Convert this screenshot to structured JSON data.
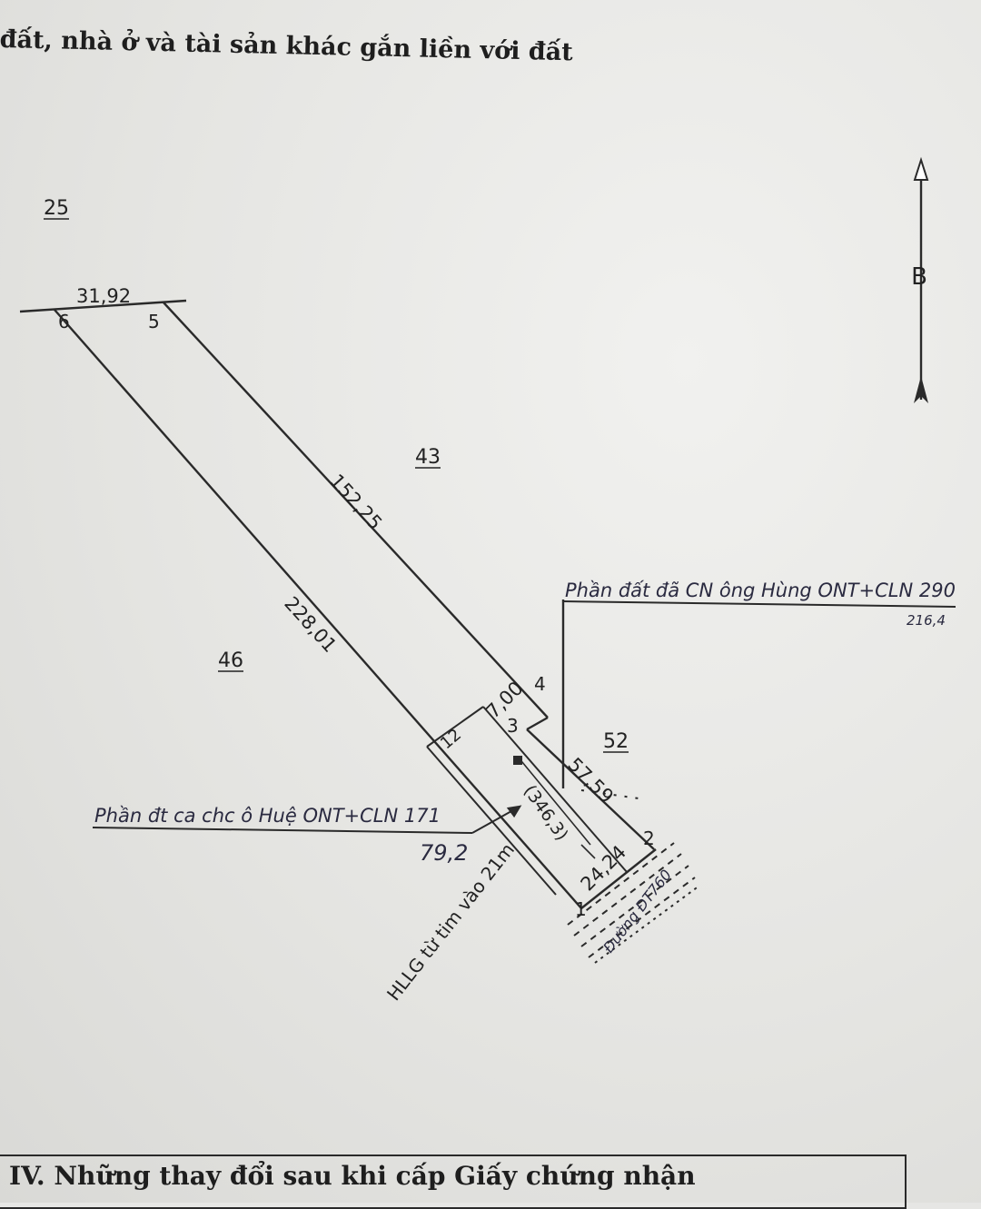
{
  "header": {
    "text": "đất, nhà ở và tài sản khác gắn liền với đất"
  },
  "footer": {
    "title": "IV. Những thay đổi sau khi cấp Giấy chứng nhận"
  },
  "north_arrow": {
    "label": "B",
    "icon": "north-arrow-icon"
  },
  "parcels": {
    "p25": "25",
    "p43": "43",
    "p46": "46",
    "p52": "52",
    "main": "12"
  },
  "vertices": {
    "v1": "1",
    "v2": "2",
    "v3": "3",
    "v4": "4",
    "v5": "5",
    "v6": "6"
  },
  "dimensions": {
    "top": "31,92",
    "right_long": "152,25",
    "left_long": "228,01",
    "step": "7,00",
    "right_short": "57,59",
    "front": "24,24",
    "inner": "(346,3)"
  },
  "annotations": {
    "right_note": "Phần đất đã CN ông Hùng ONT+CLN 290",
    "right_note_sub": "216,4",
    "left_note": "Phần đt ca chc ô Huệ ONT+CLN 171",
    "left_note_sub": "79,2",
    "road_limit": "HLLG từ tim vào 21m",
    "road": "Đường ĐT760"
  },
  "colors": {
    "ink": "#222222",
    "paper": "#e6e6e4"
  }
}
